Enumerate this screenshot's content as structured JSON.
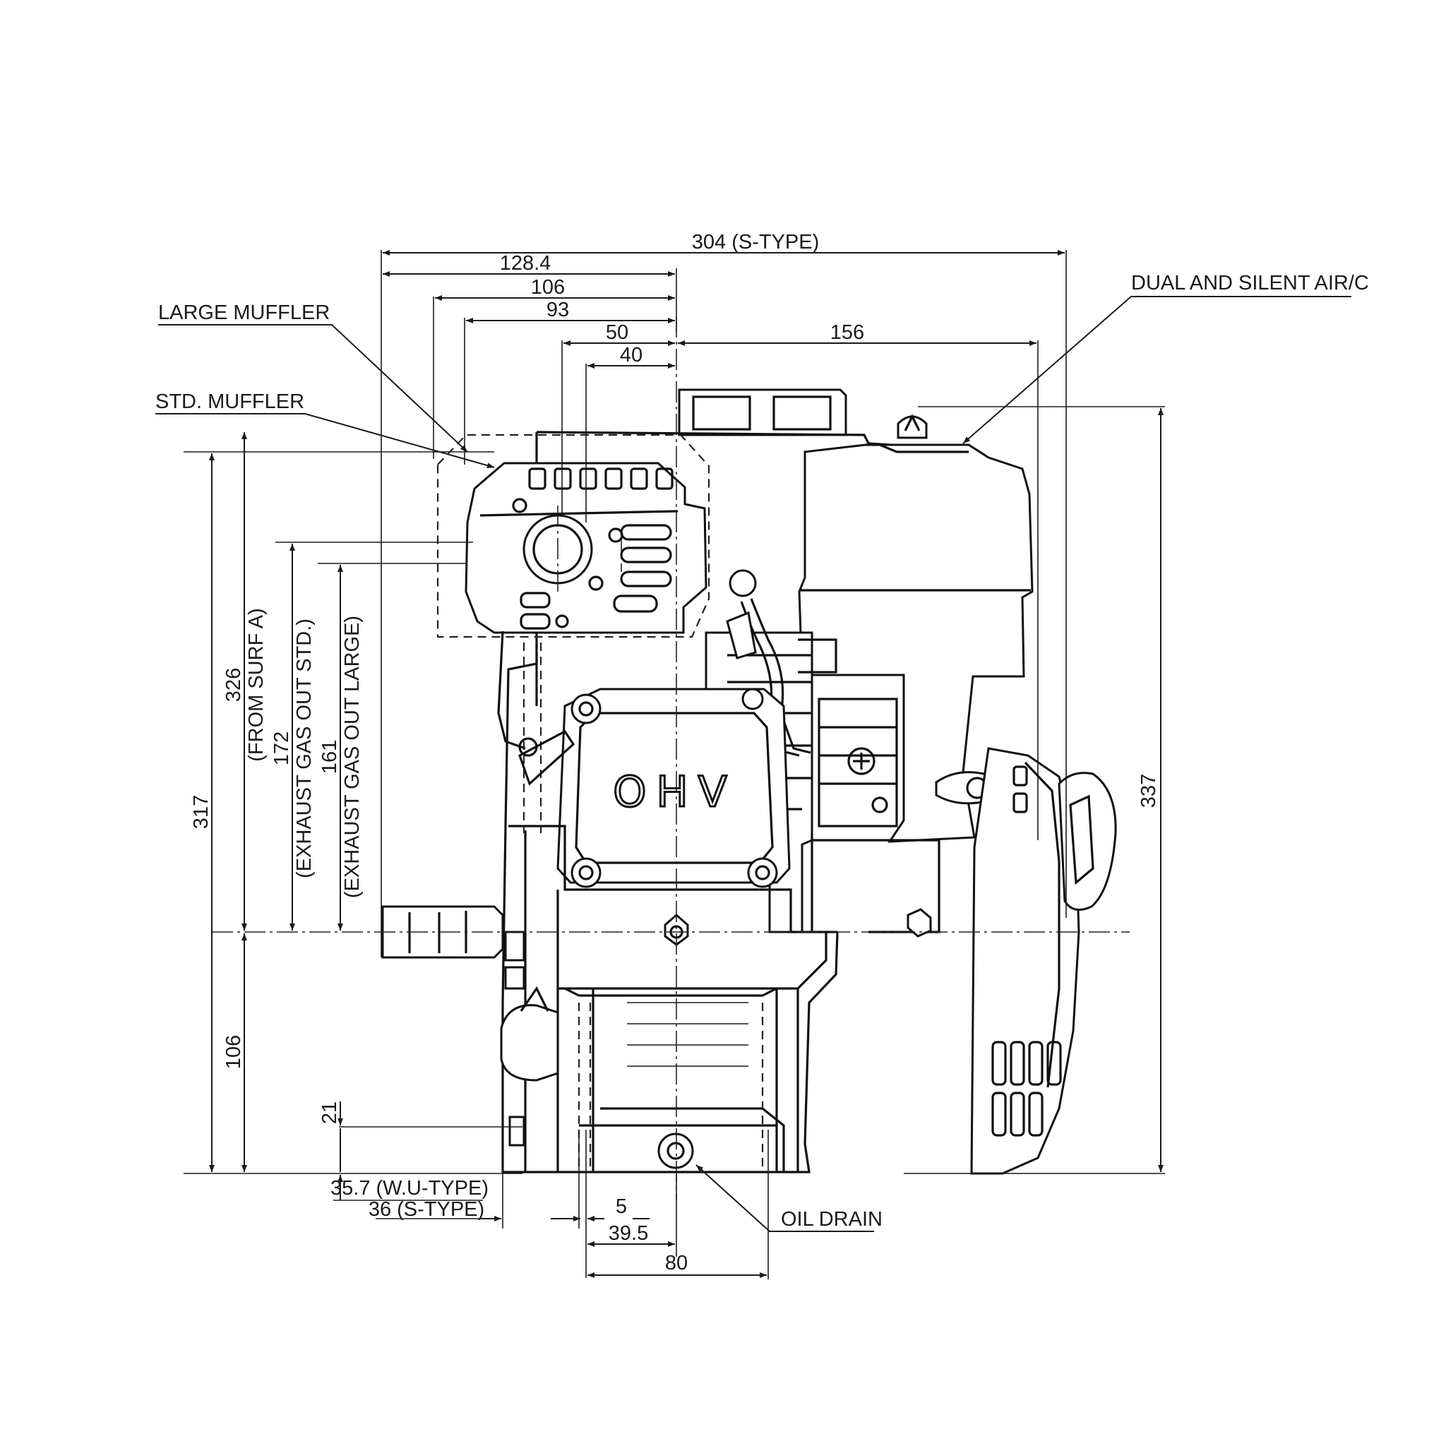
{
  "diagram": {
    "callouts": {
      "large_muffler": "LARGE MUFFLER",
      "std_muffler": "STD. MUFFLER",
      "dual_air_cleaner": "DUAL AND SILENT AIR/C",
      "oil_drain": "OIL DRAIN",
      "ohv": "OHV"
    },
    "dimensions": {
      "overall_width": "304 (S-TYPE)",
      "d128": "128.4",
      "d106_top": "106",
      "d93": "93",
      "d50": "50",
      "d40": "40",
      "d156": "156",
      "d337": "337",
      "d317": "317",
      "d326": "326",
      "from_surf_a": "(FROM SURF A)",
      "d172": "172",
      "exhaust_std": "(EXHAUST GAS OUT STD.)",
      "d161": "161",
      "exhaust_large": "(EXHAUST GAS OUT LARGE)",
      "d106_side": "106",
      "d21": "21",
      "wu_type": "35.7 (W.U-TYPE)",
      "s_type": "36 (S-TYPE)",
      "d5": "5",
      "d39": "39.5",
      "d80": "80"
    }
  }
}
